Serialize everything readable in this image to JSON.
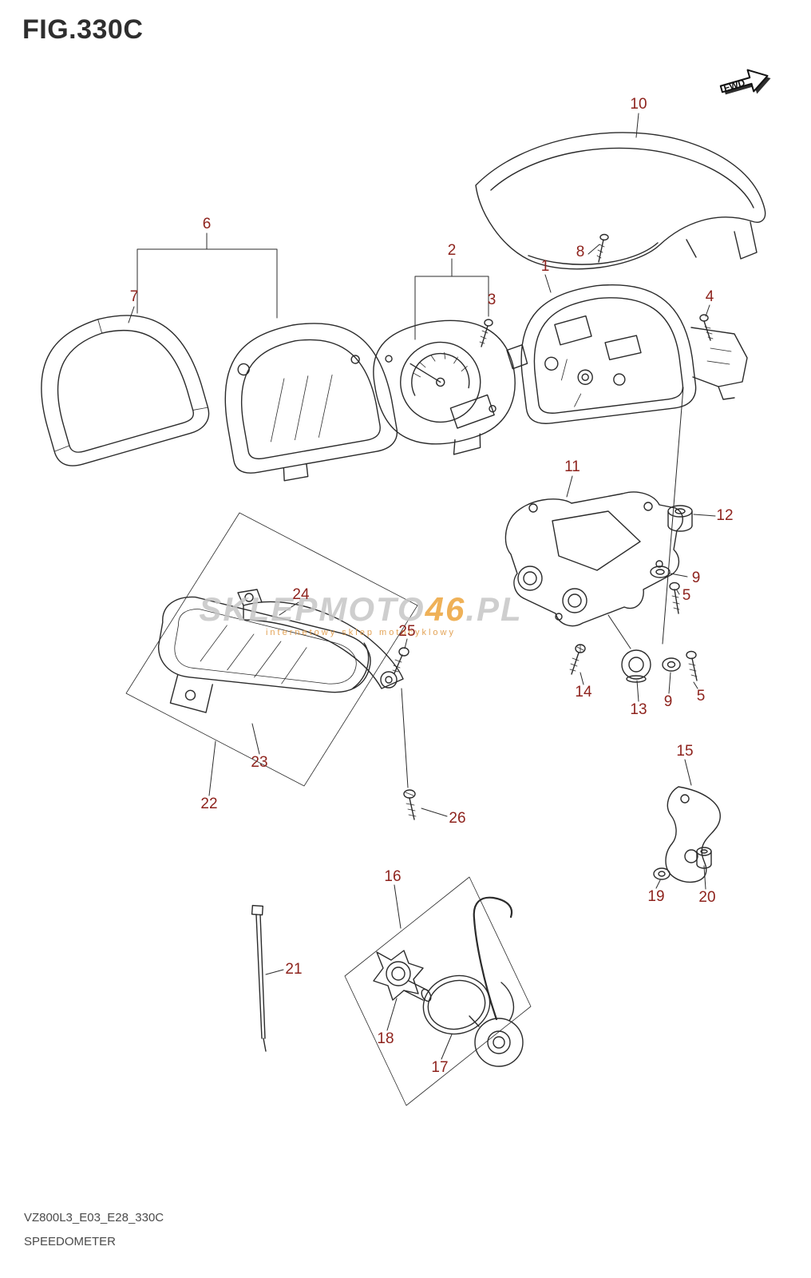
{
  "doc": {
    "figure_title": "FIG.330C",
    "footer_code": "VZ800L3_E03_E28_330C",
    "footer_name": "SPEEDOMETER",
    "fwd_label": "FWD"
  },
  "watermark": {
    "text_main": "SKLEPMOTO",
    "text_num": "46",
    "text_suffix": ".PL",
    "subtitle": "internetowy sklep motocyklowy"
  },
  "colors": {
    "callout_label": "#8e231d",
    "line_art": "#2b2b2b",
    "watermark_gray": "#c6c6c6",
    "watermark_orange": "#eda43b",
    "title_text": "#2e2e2e",
    "footer_text": "#4a4a4a"
  },
  "labels": {
    "p1": "1",
    "p2": "2",
    "p3": "3",
    "p4": "4",
    "p5a": "5",
    "p5b": "5",
    "p6": "6",
    "p7": "7",
    "p8": "8",
    "p9a": "9",
    "p9b": "9",
    "p10": "10",
    "p11": "11",
    "p12": "12",
    "p13": "13",
    "p14": "14",
    "p15": "15",
    "p16": "16",
    "p17": "17",
    "p18": "18",
    "p19": "19",
    "p20": "20",
    "p21": "21",
    "p22": "22",
    "p23": "23",
    "p24": "24",
    "p25": "25",
    "p26": "26"
  }
}
